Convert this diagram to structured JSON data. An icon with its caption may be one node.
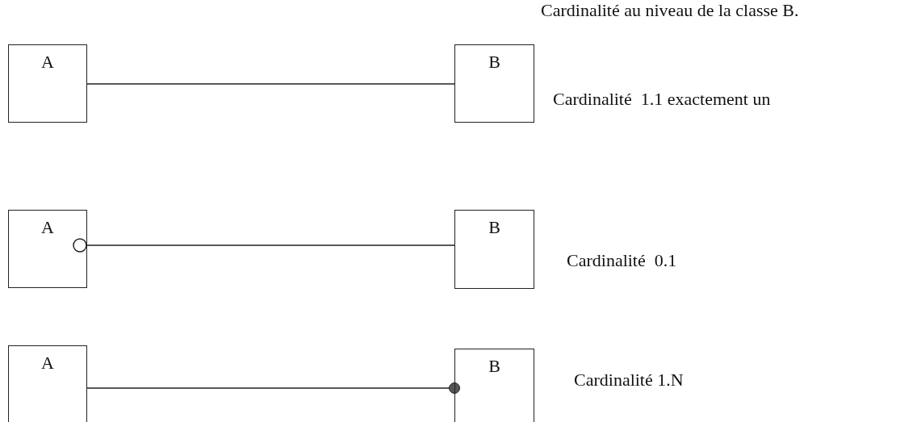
{
  "diagram": {
    "title": "Cardinalité au niveau de la classe B.",
    "nodes": [
      {
        "text": [
          "A"
        ]
      },
      {
        "text": [
          "B"
        ],
        "beside": [
          "Cardinalité  1.1 exactement un"
        ]
      },
      {
        "text": [
          "A"
        ]
      },
      {
        "text": [
          "B"
        ],
        "beside": [
          "Cardinalité  0.1"
        ]
      },
      {
        "text": [
          "A"
        ]
      },
      {
        "text": [
          "B"
        ],
        "beside": [
          "Cardinalité 1.N"
        ]
      }
    ],
    "edges": [
      {
        "from": 0,
        "to": 1,
        "arrow": "none"
      },
      {
        "from": 2,
        "to": 3,
        "arrow": "other"
      },
      {
        "from": 4,
        "to": 5,
        "arrow": "other"
      }
    ]
  }
}
